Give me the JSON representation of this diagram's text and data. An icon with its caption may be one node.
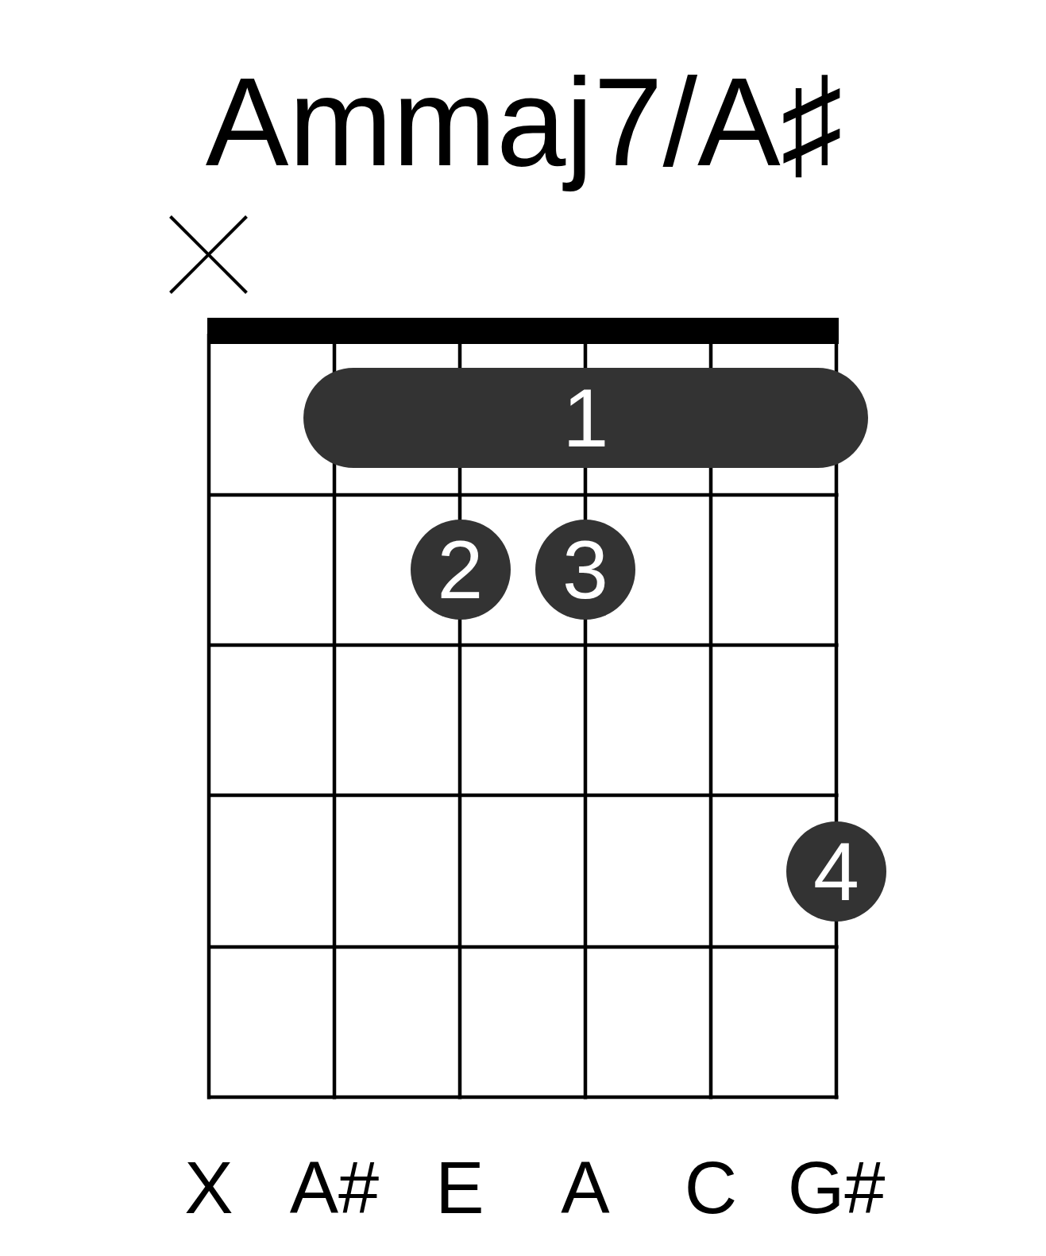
{
  "diagram": {
    "title": "Ammaj7/A♯",
    "nodes": [
      {
        "text": [
          "1"
        ]
      },
      {
        "text": [
          "2"
        ]
      },
      {
        "text": [
          "3"
        ]
      },
      {
        "text": [
          "4"
        ]
      }
    ],
    "labels": [
      "X",
      "A#",
      "E",
      "A",
      "C",
      "G#"
    ]
  }
}
